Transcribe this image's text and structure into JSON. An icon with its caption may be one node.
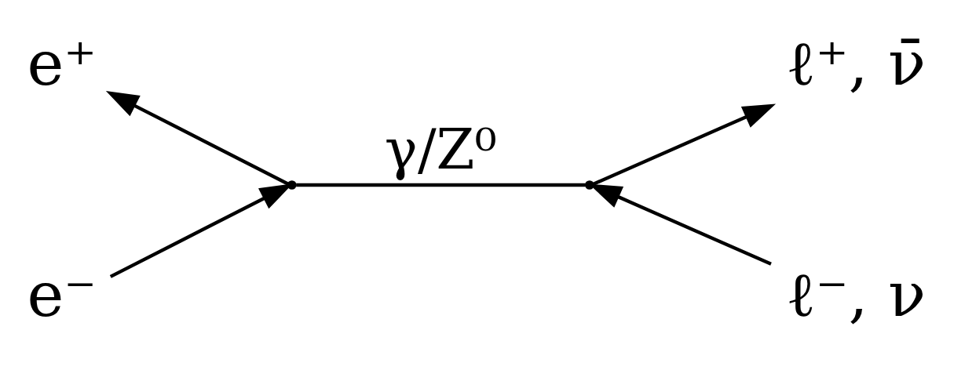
{
  "diagram": {
    "nodes": [
      {
        "text": [
          "e⁺"
        ]
      },
      {
        "text": [
          "e⁻"
        ]
      },
      {
        "text": [],
        "shape": "point"
      },
      {
        "text": [],
        "shape": "point"
      },
      {
        "text": [
          "ℓ⁺, ν̄"
        ]
      },
      {
        "text": [
          "ℓ⁻, ν"
        ]
      }
    ],
    "edges": [
      {
        "from": 2,
        "to": 0,
        "arrow": "to"
      },
      {
        "from": 1,
        "to": 2,
        "arrow": "to"
      },
      {
        "from": 2,
        "to": 3,
        "arrow": "none",
        "label": "γ/Z⁰"
      },
      {
        "from": 3,
        "to": 4,
        "arrow": "to"
      },
      {
        "from": 5,
        "to": 3,
        "arrow": "to"
      }
    ]
  }
}
